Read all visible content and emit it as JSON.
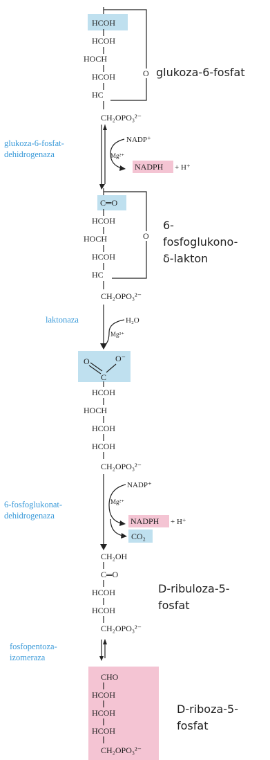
{
  "colors": {
    "blue_highlight": "#bfe0ef",
    "pink_highlight": "#f4c4d3",
    "enzyme_text": "#3a9ad9",
    "line": "#222222"
  },
  "compounds": {
    "g6p": {
      "name": "glukoza-6-fosfat",
      "rows": [
        "HCOH",
        "HCOH",
        "HOCH",
        "HCOH",
        "HC",
        "CH₂OPO₃²⁻"
      ],
      "ring_o": "O"
    },
    "lactone": {
      "name_lines": [
        "6-",
        "fosfoglukono-",
        "δ-lakton"
      ],
      "rows": [
        "C═O",
        "HCOH",
        "HOCH",
        "HCOH",
        "HC",
        "CH₂OPO₃²⁻"
      ],
      "ring_o": "O"
    },
    "gluconate": {
      "top_o_left": "O",
      "top_o_right": "O⁻",
      "top_c": "C",
      "rows": [
        "HCOH",
        "HOCH",
        "HCOH",
        "HCOH",
        "CH₂OPO₃²⁻"
      ]
    },
    "ribulose": {
      "name_lines": [
        "D-ribuloza-5-",
        "fosfat"
      ],
      "rows": [
        "CH₂OH",
        "C═O",
        "HCOH",
        "HCOH",
        "CH₂OPO₃²⁻"
      ]
    },
    "ribose": {
      "name_lines": [
        "D-riboza-5-",
        "fosfat"
      ],
      "rows": [
        "CHO",
        "HCOH",
        "HCOH",
        "HCOH",
        "CH₂OPO₃²⁻"
      ]
    }
  },
  "steps": {
    "step1": {
      "enzyme_lines": [
        "glukoza-6-fosfat-",
        "dehidrogenaza"
      ],
      "cofactor_in": "NADP⁺",
      "ion": "Mg²⁺",
      "product": "NADPH",
      "plus": "+ H⁺"
    },
    "step2": {
      "enzyme": "laktonaza",
      "cofactor_in": "H₂O",
      "ion": "Mg²⁺"
    },
    "step3": {
      "enzyme_lines": [
        "6-fosfoglukonat-",
        "dehidrogenaza"
      ],
      "cofactor_in": "NADP⁺",
      "ion": "Mg²⁺",
      "product": "NADPH",
      "plus": "+ H⁺",
      "co2": "CO₂"
    },
    "step4": {
      "enzyme_lines": [
        "fosfopentoza-",
        "izomeraza"
      ]
    }
  }
}
